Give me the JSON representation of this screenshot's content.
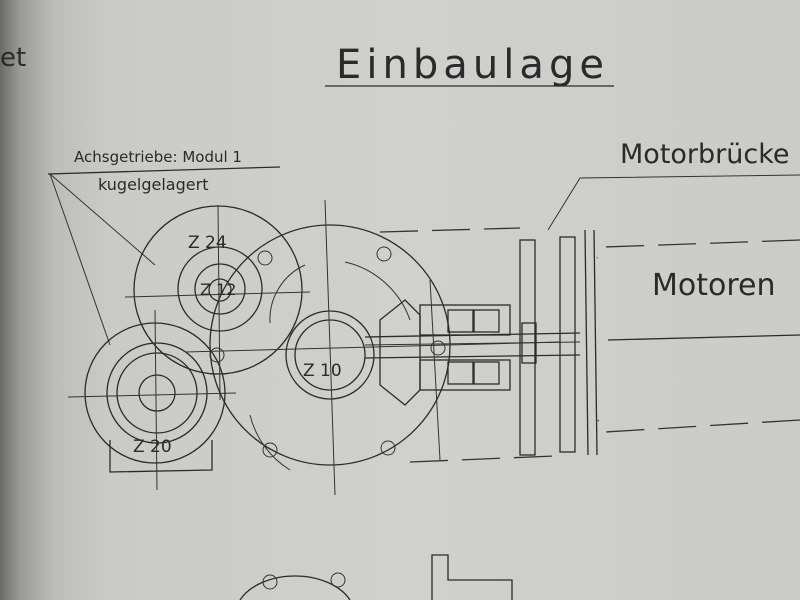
{
  "drawing": {
    "left_fragment": "et",
    "title": "Einbaulage",
    "gear_note_line1": "Achsgetriebe: Modul 1",
    "gear_note_line2": "kugelgelagert",
    "motor_bridge_label": "Motorbrücke",
    "motors_label": "Motoren",
    "gears": [
      {
        "label": "Z 24"
      },
      {
        "label": "Z 12"
      },
      {
        "label": "Z 10"
      },
      {
        "label": "Z 20"
      }
    ]
  }
}
